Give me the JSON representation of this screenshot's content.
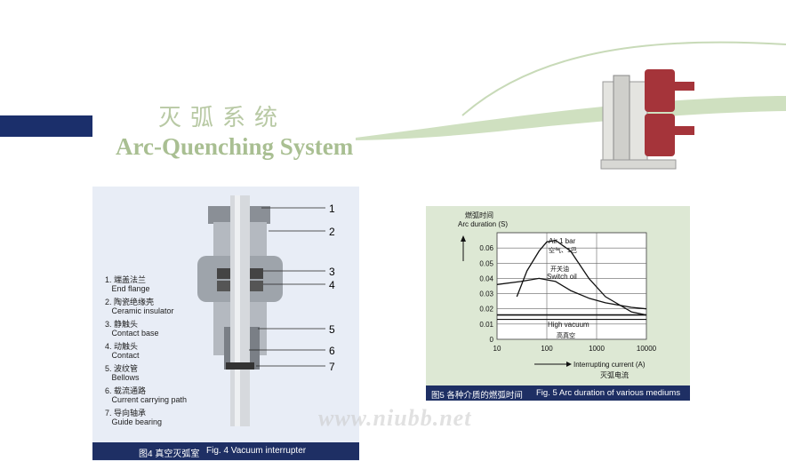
{
  "header": {
    "title_zh": "灭弧系统",
    "title_en": "Arc-Quenching System"
  },
  "colors": {
    "accent_navy": "#1b2f6b",
    "accent_green": "#a9bf92",
    "breaker_red": "#a5343a"
  },
  "figure4": {
    "caption_zh": "图4 真空灭弧室",
    "caption_en": "Fig. 4  Vacuum interrupter",
    "callouts": [
      "1",
      "2",
      "3",
      "4",
      "5",
      "6",
      "7"
    ],
    "legend": [
      {
        "num": "1.",
        "zh": "端盖法兰",
        "en": "End flange"
      },
      {
        "num": "2.",
        "zh": "陶瓷绝缘壳",
        "en": "Ceramic insulator"
      },
      {
        "num": "3.",
        "zh": "静触头",
        "en": "Contact base"
      },
      {
        "num": "4.",
        "zh": "动触头",
        "en": "Contact"
      },
      {
        "num": "5.",
        "zh": "波纹管",
        "en": "Bellows"
      },
      {
        "num": "6.",
        "zh": "载流通路",
        "en": "Current carrying path"
      },
      {
        "num": "7.",
        "zh": "导向轴承",
        "en": "Guide bearing"
      }
    ]
  },
  "figure5": {
    "caption_zh": "图5 各种介质的燃弧时间",
    "caption_en": "Fig. 5  Arc duration of various mediums",
    "y_label_zh": "燃弧时间",
    "y_label_en": "Arc duration (S)",
    "x_label_en": "Interrupting current (A)",
    "x_label_zh": "灭弧电流",
    "y_ticks": [
      "0.06",
      "0.05",
      "0.04",
      "0.03",
      "0.02",
      "0.01",
      "0"
    ],
    "x_ticks": [
      "10",
      "100",
      "1000",
      "10000"
    ],
    "series_labels": {
      "air_en": "Air 1 bar",
      "air_zh": "空气、1巴",
      "oil_zh": "开关油",
      "oil_en": "Switch oil",
      "vacuum_en": "High vacuum",
      "vacuum_zh": "高真空"
    }
  },
  "chart_data": {
    "type": "line",
    "title": "Fig. 5  Arc duration of various mediums",
    "xlabel": "Interrupting current (A)",
    "ylabel": "Arc duration (S)",
    "xscale": "log",
    "xlim": [
      10,
      10000
    ],
    "ylim": [
      0,
      0.07
    ],
    "grid": true,
    "series": [
      {
        "name": "Air 1 bar",
        "x": [
          25,
          40,
          70,
          100,
          150,
          300,
          700,
          1500,
          5000,
          10000
        ],
        "values": [
          0.028,
          0.045,
          0.058,
          0.064,
          0.065,
          0.058,
          0.04,
          0.028,
          0.018,
          0.016
        ]
      },
      {
        "name": "Switch oil",
        "x": [
          10,
          30,
          70,
          150,
          300,
          700,
          1500,
          5000,
          10000
        ],
        "values": [
          0.036,
          0.038,
          0.04,
          0.038,
          0.032,
          0.027,
          0.024,
          0.021,
          0.02
        ]
      },
      {
        "name": "High vacuum",
        "x": [
          10,
          100,
          1000,
          10000
        ],
        "values": [
          0.016,
          0.016,
          0.016,
          0.016
        ]
      }
    ]
  }
}
